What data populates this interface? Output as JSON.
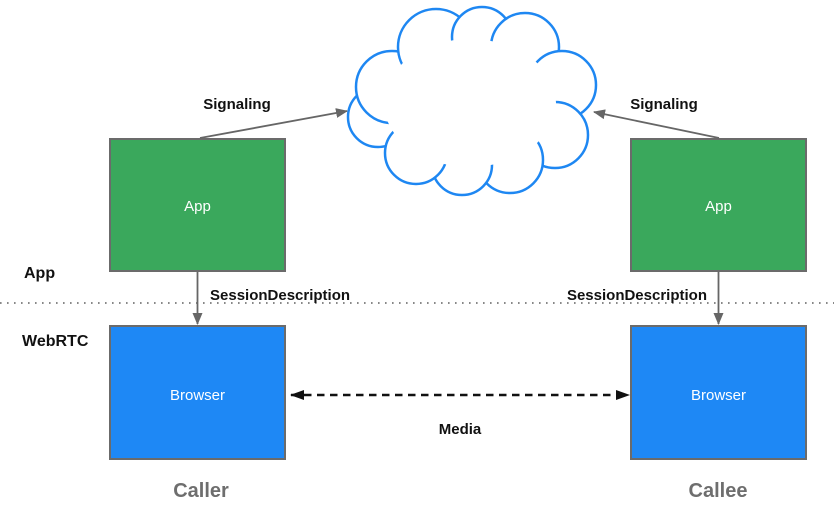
{
  "diagram": {
    "layers": {
      "app_label": "App",
      "webrtc_label": "WebRTC"
    },
    "nodes": {
      "app_caller": "App",
      "app_callee": "App",
      "browser_caller": "Browser",
      "browser_callee": "Browser"
    },
    "edges": {
      "signaling_left": "Signaling",
      "signaling_right": "Signaling",
      "session_description_left": "SessionDescription",
      "session_description_right": "SessionDescription",
      "media": "Media"
    },
    "roles": {
      "caller": "Caller",
      "callee": "Callee"
    },
    "colors": {
      "app_box_fill": "#3aa85c",
      "browser_box_fill": "#1e88f5",
      "box_border": "#6b6b6b",
      "cloud_stroke": "#1e87f2",
      "arrow_gray": "#666666",
      "media_arrow": "#111111",
      "divider_dots": "#777777",
      "label_dark": "#111111",
      "box_text": "#ffffff",
      "role_label_gray": "#6e6e6e"
    }
  }
}
